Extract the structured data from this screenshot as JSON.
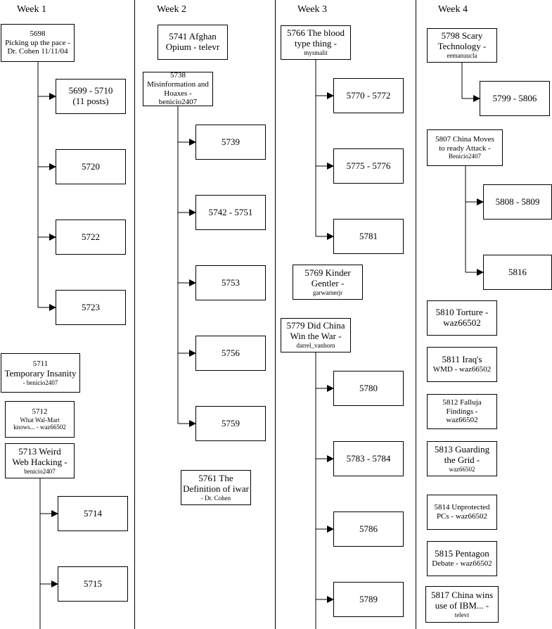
{
  "colors": {
    "line": "#000000",
    "box_border": "#000000",
    "background": "#ffffff"
  },
  "weeks": [
    "Week 1",
    "Week 2",
    "Week 3",
    "Week 4"
  ],
  "nodes": {
    "n5698": {
      "lines": [
        "5698",
        "Picking up the pace -",
        "Dr. Cohen 11/11/04"
      ]
    },
    "n5699": {
      "lines": [
        "5699 - 5710",
        "(11 posts)"
      ]
    },
    "n5720": {
      "lines": [
        "5720"
      ]
    },
    "n5722": {
      "lines": [
        "5722"
      ]
    },
    "n5723": {
      "lines": [
        "5723"
      ]
    },
    "n5711": {
      "lines": [
        "5711",
        "Temporary Insanity",
        "- benicio2407"
      ]
    },
    "n5712": {
      "lines": [
        "5712",
        "What Wal-Mart",
        "knows... - waz66502"
      ]
    },
    "n5713": {
      "lines": [
        "5713 Weird",
        "Web Hacking -",
        "benicio2407"
      ]
    },
    "n5714": {
      "lines": [
        "5714"
      ]
    },
    "n5715": {
      "lines": [
        "5715"
      ]
    },
    "n5741": {
      "lines": [
        "5741 Afghan",
        "Opium - televr"
      ]
    },
    "n5738": {
      "lines": [
        "5738",
        "Misinformation and",
        "Hoaxes - benicio2407"
      ]
    },
    "n5739": {
      "lines": [
        "5739"
      ]
    },
    "n5742": {
      "lines": [
        "5742 - 5751"
      ]
    },
    "n5753": {
      "lines": [
        "5753"
      ]
    },
    "n5756": {
      "lines": [
        "5756"
      ]
    },
    "n5759": {
      "lines": [
        "5759"
      ]
    },
    "n5761": {
      "lines": [
        "5761 The",
        "Definition of iwar",
        "- Dr. Cohen"
      ]
    },
    "n5766": {
      "lines": [
        "5766 The blood",
        "type thing -",
        "mysmalit"
      ]
    },
    "n5770": {
      "lines": [
        "5770 - 5772"
      ]
    },
    "n5775": {
      "lines": [
        "5775 - 5776"
      ]
    },
    "n5781": {
      "lines": [
        "5781"
      ]
    },
    "n5769": {
      "lines": [
        "5769 Kinder",
        "Gentler -",
        "garwarnerjr"
      ]
    },
    "n5779": {
      "lines": [
        "5779 Did China",
        "Win the War -",
        "darrel_vanhorn"
      ]
    },
    "n5780": {
      "lines": [
        "5780"
      ]
    },
    "n5783": {
      "lines": [
        "5783 - 5784"
      ]
    },
    "n5786": {
      "lines": [
        "5786"
      ]
    },
    "n5789": {
      "lines": [
        "5789"
      ]
    },
    "n5798": {
      "lines": [
        "5798 Scary",
        "Technology -",
        "eemanuucla"
      ]
    },
    "n5799": {
      "lines": [
        "5799 - 5806"
      ]
    },
    "n5807": {
      "lines": [
        "5807 China Moves",
        "to ready Attack -",
        "Benicio2407"
      ]
    },
    "n5808": {
      "lines": [
        "5808 - 5809"
      ]
    },
    "n5816": {
      "lines": [
        "5816"
      ]
    },
    "n5810": {
      "lines": [
        "5810 Torture -",
        "waz66502"
      ]
    },
    "n5811": {
      "lines": [
        "5811 Iraq's",
        "WMD - waz66502"
      ]
    },
    "n5812": {
      "lines": [
        "5812 Falluja",
        "Findings -",
        "waz66502"
      ]
    },
    "n5813": {
      "lines": [
        "5813 Guarding",
        "the Grid -",
        "waz66502"
      ]
    },
    "n5814": {
      "lines": [
        "5814 Unprotected",
        "PCs - waz66502"
      ]
    },
    "n5815": {
      "lines": [
        "5815 Pentagon",
        "Debate - waz66502"
      ]
    },
    "n5817": {
      "lines": [
        "5817 China wins",
        "use of IBM... -",
        "televr"
      ]
    }
  }
}
